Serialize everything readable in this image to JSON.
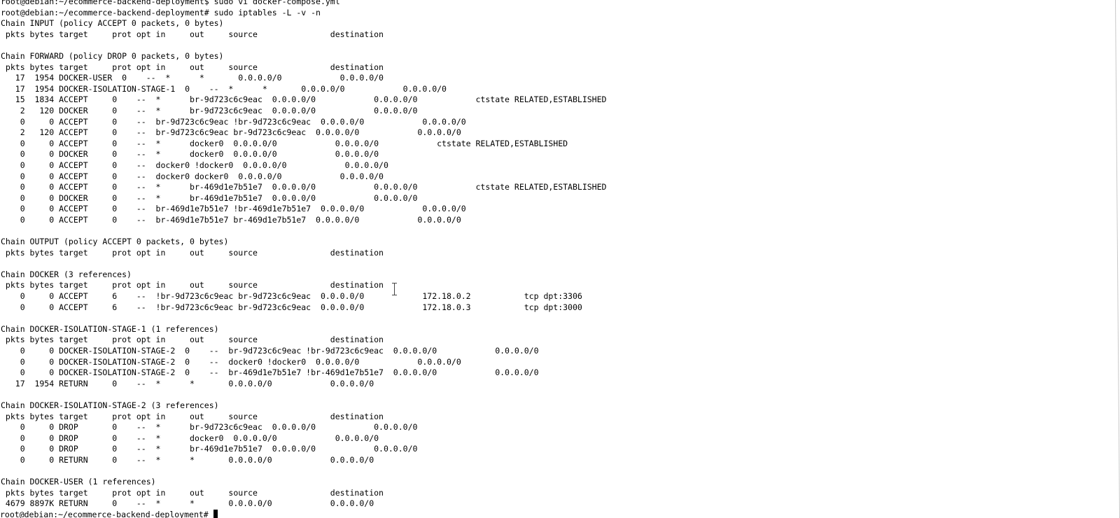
{
  "terminal": {
    "lines": [
      "root@debian:~/ecommerce-backend-deployment$ sudo vi docker-compose.yml",
      "root@debian:~/ecommerce-backend-deployment# sudo iptables -L -v -n",
      "Chain INPUT (policy ACCEPT 0 packets, 0 bytes)",
      " pkts bytes target     prot opt in     out     source               destination",
      "",
      "Chain FORWARD (policy DROP 0 packets, 0 bytes)",
      " pkts bytes target     prot opt in     out     source               destination",
      "   17  1954 DOCKER-USER  0    --  *      *       0.0.0.0/0            0.0.0.0/0",
      "   17  1954 DOCKER-ISOLATION-STAGE-1  0    --  *      *       0.0.0.0/0            0.0.0.0/0",
      "   15  1834 ACCEPT     0    --  *      br-9d723c6c9eac  0.0.0.0/0            0.0.0.0/0            ctstate RELATED,ESTABLISHED",
      "    2   120 DOCKER     0    --  *      br-9d723c6c9eac  0.0.0.0/0            0.0.0.0/0",
      "    0     0 ACCEPT     0    --  br-9d723c6c9eac !br-9d723c6c9eac  0.0.0.0/0            0.0.0.0/0",
      "    2   120 ACCEPT     0    --  br-9d723c6c9eac br-9d723c6c9eac  0.0.0.0/0            0.0.0.0/0",
      "    0     0 ACCEPT     0    --  *      docker0  0.0.0.0/0            0.0.0.0/0            ctstate RELATED,ESTABLISHED",
      "    0     0 DOCKER     0    --  *      docker0  0.0.0.0/0            0.0.0.0/0",
      "    0     0 ACCEPT     0    --  docker0 !docker0  0.0.0.0/0            0.0.0.0/0",
      "    0     0 ACCEPT     0    --  docker0 docker0  0.0.0.0/0            0.0.0.0/0",
      "    0     0 ACCEPT     0    --  *      br-469d1e7b51e7  0.0.0.0/0            0.0.0.0/0            ctstate RELATED,ESTABLISHED",
      "    0     0 DOCKER     0    --  *      br-469d1e7b51e7  0.0.0.0/0            0.0.0.0/0",
      "    0     0 ACCEPT     0    --  br-469d1e7b51e7 !br-469d1e7b51e7  0.0.0.0/0            0.0.0.0/0",
      "    0     0 ACCEPT     0    --  br-469d1e7b51e7 br-469d1e7b51e7  0.0.0.0/0            0.0.0.0/0",
      "",
      "Chain OUTPUT (policy ACCEPT 0 packets, 0 bytes)",
      " pkts bytes target     prot opt in     out     source               destination",
      "",
      "Chain DOCKER (3 references)",
      " pkts bytes target     prot opt in     out     source               destination",
      "    0     0 ACCEPT     6    --  !br-9d723c6c9eac br-9d723c6c9eac  0.0.0.0/0            172.18.0.2           tcp dpt:3306",
      "    0     0 ACCEPT     6    --  !br-9d723c6c9eac br-9d723c6c9eac  0.0.0.0/0            172.18.0.3           tcp dpt:3000",
      "",
      "Chain DOCKER-ISOLATION-STAGE-1 (1 references)",
      " pkts bytes target     prot opt in     out     source               destination",
      "    0     0 DOCKER-ISOLATION-STAGE-2  0    --  br-9d723c6c9eac !br-9d723c6c9eac  0.0.0.0/0            0.0.0.0/0",
      "    0     0 DOCKER-ISOLATION-STAGE-2  0    --  docker0 !docker0  0.0.0.0/0            0.0.0.0/0",
      "    0     0 DOCKER-ISOLATION-STAGE-2  0    --  br-469d1e7b51e7 !br-469d1e7b51e7  0.0.0.0/0            0.0.0.0/0",
      "   17  1954 RETURN     0    --  *      *       0.0.0.0/0            0.0.0.0/0",
      "",
      "Chain DOCKER-ISOLATION-STAGE-2 (3 references)",
      " pkts bytes target     prot opt in     out     source               destination",
      "    0     0 DROP       0    --  *      br-9d723c6c9eac  0.0.0.0/0            0.0.0.0/0",
      "    0     0 DROP       0    --  *      docker0  0.0.0.0/0            0.0.0.0/0",
      "    0     0 DROP       0    --  *      br-469d1e7b51e7  0.0.0.0/0            0.0.0.0/0",
      "    0     0 RETURN     0    --  *      *       0.0.0.0/0            0.0.0.0/0",
      "",
      "Chain DOCKER-USER (1 references)",
      " pkts bytes target     prot opt in     out     source               destination",
      " 4679 8897K RETURN     0    --  *      *       0.0.0.0/0            0.0.0.0/0"
    ],
    "prompt": "root@debian:~/ecommerce-backend-deployment# ",
    "colors": {
      "background": "#ffffff",
      "text": "#000000",
      "cursor": "#000000"
    }
  }
}
